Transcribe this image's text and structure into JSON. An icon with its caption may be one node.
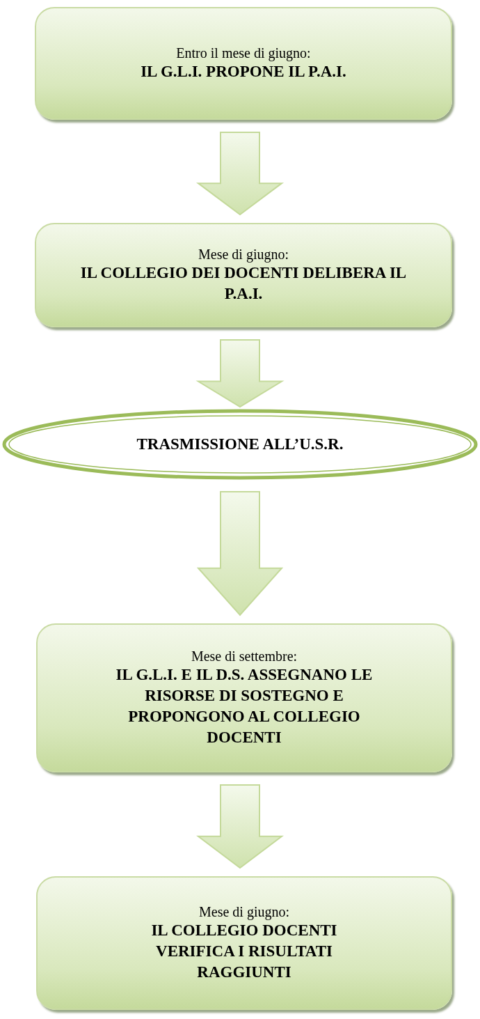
{
  "diagram": {
    "nodes": [
      {
        "text": [
          "Entro il mese di giugno:",
          "IL G.L.I. PROPONE IL P.A.I."
        ]
      },
      {
        "text": [
          "Mese di giugno:",
          "IL COLLEGIO DEI DOCENTI DELIBERA IL P.A.I."
        ]
      },
      {
        "text": [
          "TRASMISSIONE ALL’U.S.R."
        ]
      },
      {
        "text": [
          "Mese di settembre:",
          "IL G.L.I. E IL D.S. ASSEGNANO LE RISORSE DI SOSTEGNO E PROPONGONO AL COLLEGIO DOCENTI"
        ]
      },
      {
        "text": [
          "Mese di giugno:",
          "IL COLLEGIO DOCENTI VERIFICA I RISULTATI RAGGIUNTI"
        ]
      }
    ],
    "edges": [
      {
        "from": 0,
        "to": 1,
        "arrow": "to"
      },
      {
        "from": 1,
        "to": 2,
        "arrow": "to"
      },
      {
        "from": 2,
        "to": 3,
        "arrow": "to"
      },
      {
        "from": 3,
        "to": 4,
        "arrow": "to"
      }
    ]
  }
}
